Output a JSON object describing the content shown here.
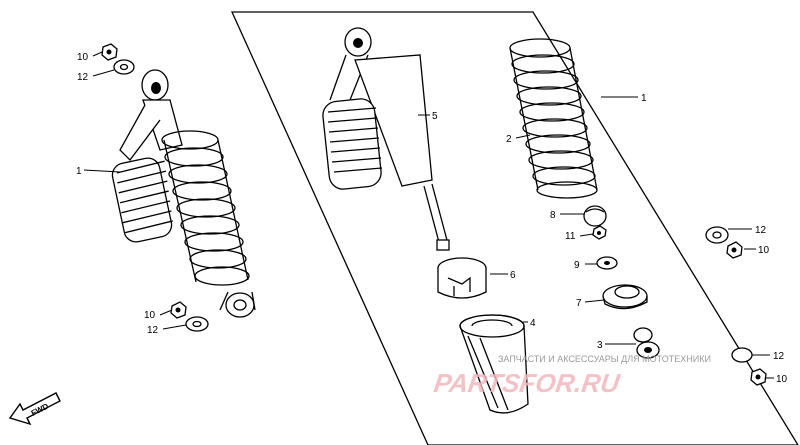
{
  "callouts": {
    "c10_top_left": "10",
    "c12_top_left": "12",
    "c1_left": "1",
    "c10_bottom_left": "10",
    "c12_bottom_left": "12",
    "c5": "5",
    "c2": "2",
    "c1_right": "1",
    "c8": "8",
    "c11": "11",
    "c9": "9",
    "c6": "6",
    "c7": "7",
    "c4": "4",
    "c3": "3",
    "c12_right": "12",
    "c10_right": "10",
    "c12_bottom_right": "12",
    "c10_bottom_right": "10"
  },
  "fwd_label": "FWD",
  "watermark": {
    "line1": "ЗАПЧАСТИ И АКСЕССУАРЫ ДЛЯ МОТОТЕХНИКИ",
    "logo": "PARTSFOR.RU"
  },
  "colors": {
    "ink": "#000000",
    "watermark_logo": "#f2b8bd",
    "watermark_text": "#9a9a9a"
  }
}
